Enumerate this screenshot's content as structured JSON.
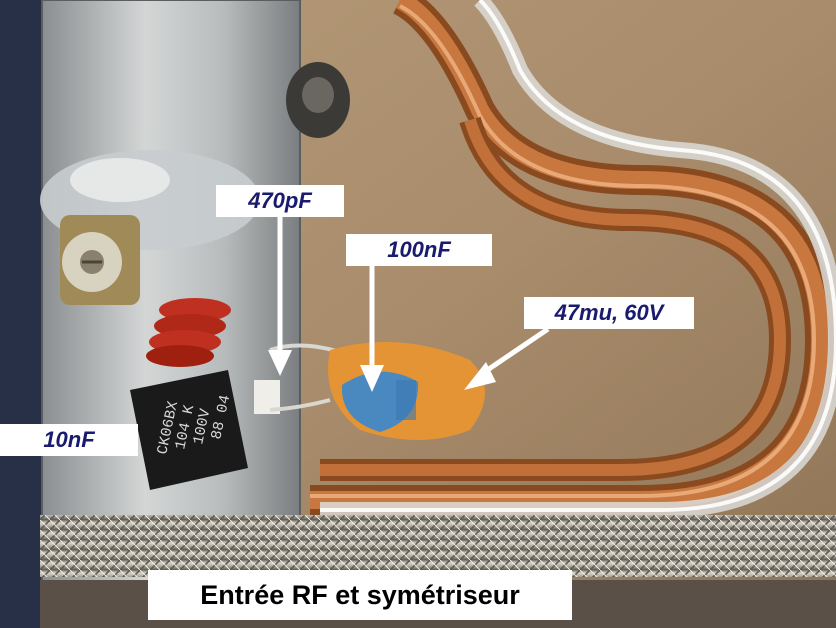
{
  "labels": {
    "capacitor_470pf": "470pF",
    "capacitor_100nf": "100nF",
    "capacitor_47mu": "47mu, 60V",
    "capacitor_10nf": "10nF"
  },
  "component_marking": {
    "line1": "CK06BX",
    "line2": "104 K",
    "line3": "100V",
    "line4": "88 04"
  },
  "caption": "Entrée RF et symétriseur",
  "colors": {
    "label_text": "#1a1a6e",
    "label_bg": "#ffffff",
    "caption_text": "#000000",
    "arrow": "#ffffff",
    "copper": "#b5642e",
    "pcb": "#a88c6c"
  }
}
